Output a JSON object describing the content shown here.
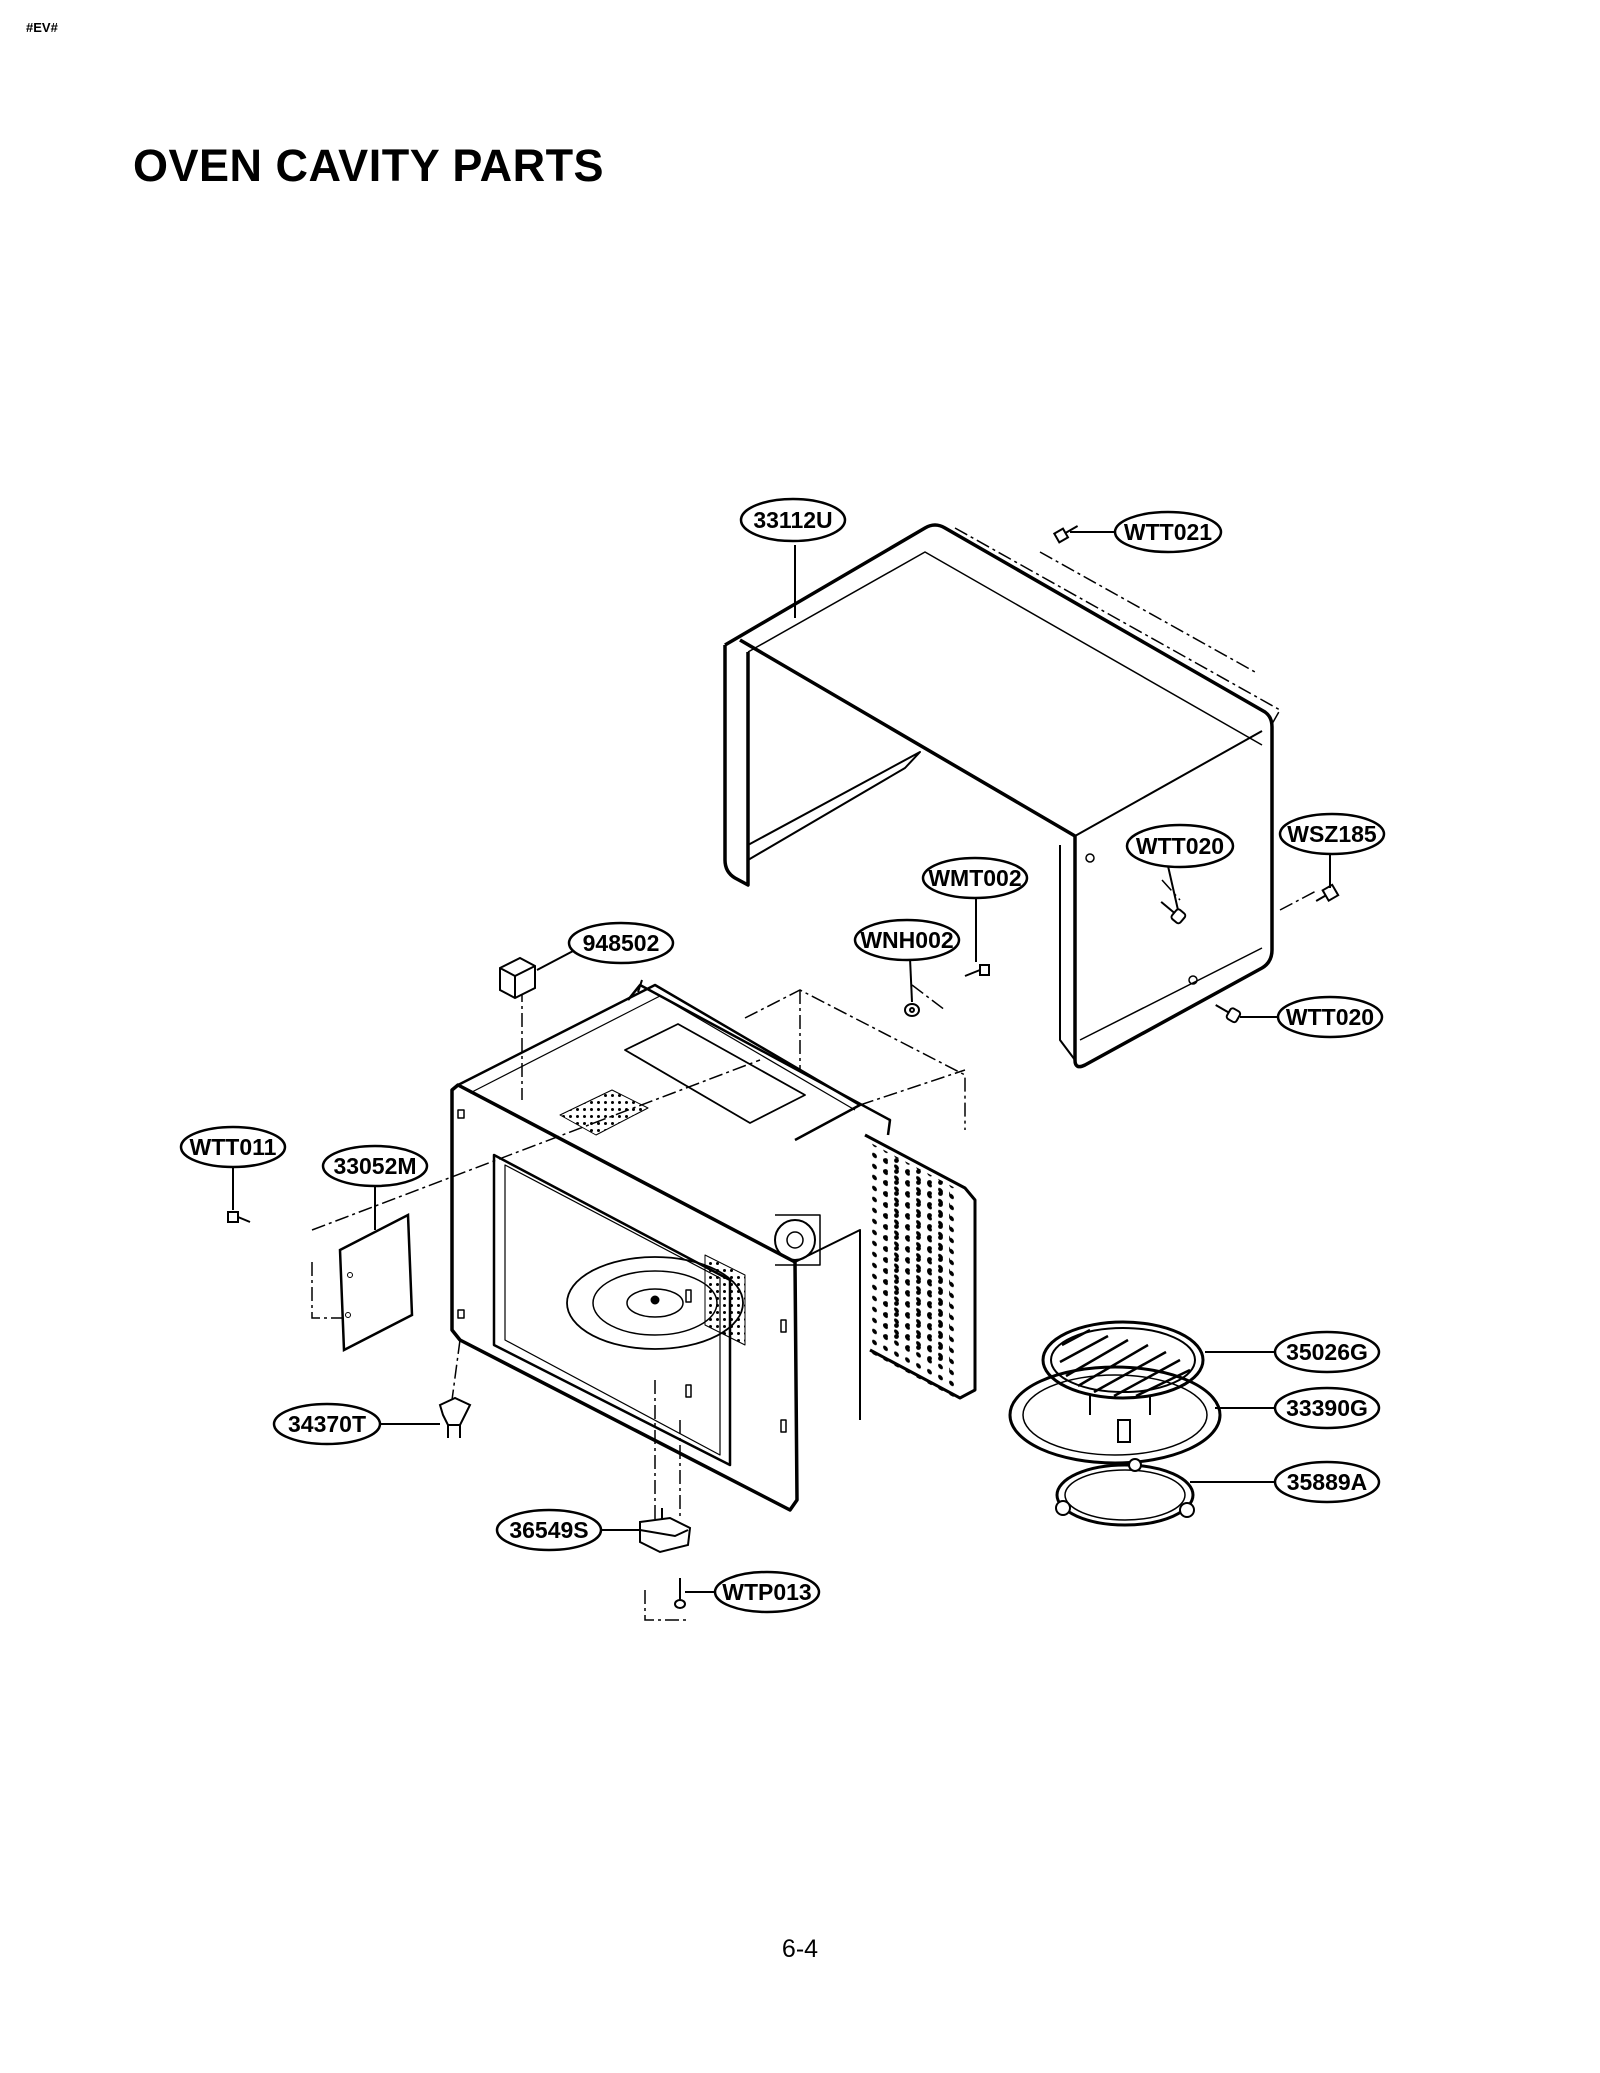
{
  "header": {
    "mark": "#EV#"
  },
  "title": "OVEN CAVITY PARTS",
  "callouts": {
    "outer_case": "33112U",
    "wtt021": "WTT021",
    "wtt020_upper": "WTT020",
    "wsz185": "WSZ185",
    "wmt002": "WMT002",
    "wnh002": "WNH002",
    "wtt020_lower": "WTT020",
    "part_948502": "948502",
    "wtt011": "WTT011",
    "part_33052m": "33052M",
    "part_34370t": "34370T",
    "part_36549s": "36549S",
    "wtp013": "WTP013",
    "part_35026g": "35026G",
    "part_33390g": "33390G",
    "part_35889a": "35889A"
  },
  "footer": {
    "page_number": "6-4"
  }
}
